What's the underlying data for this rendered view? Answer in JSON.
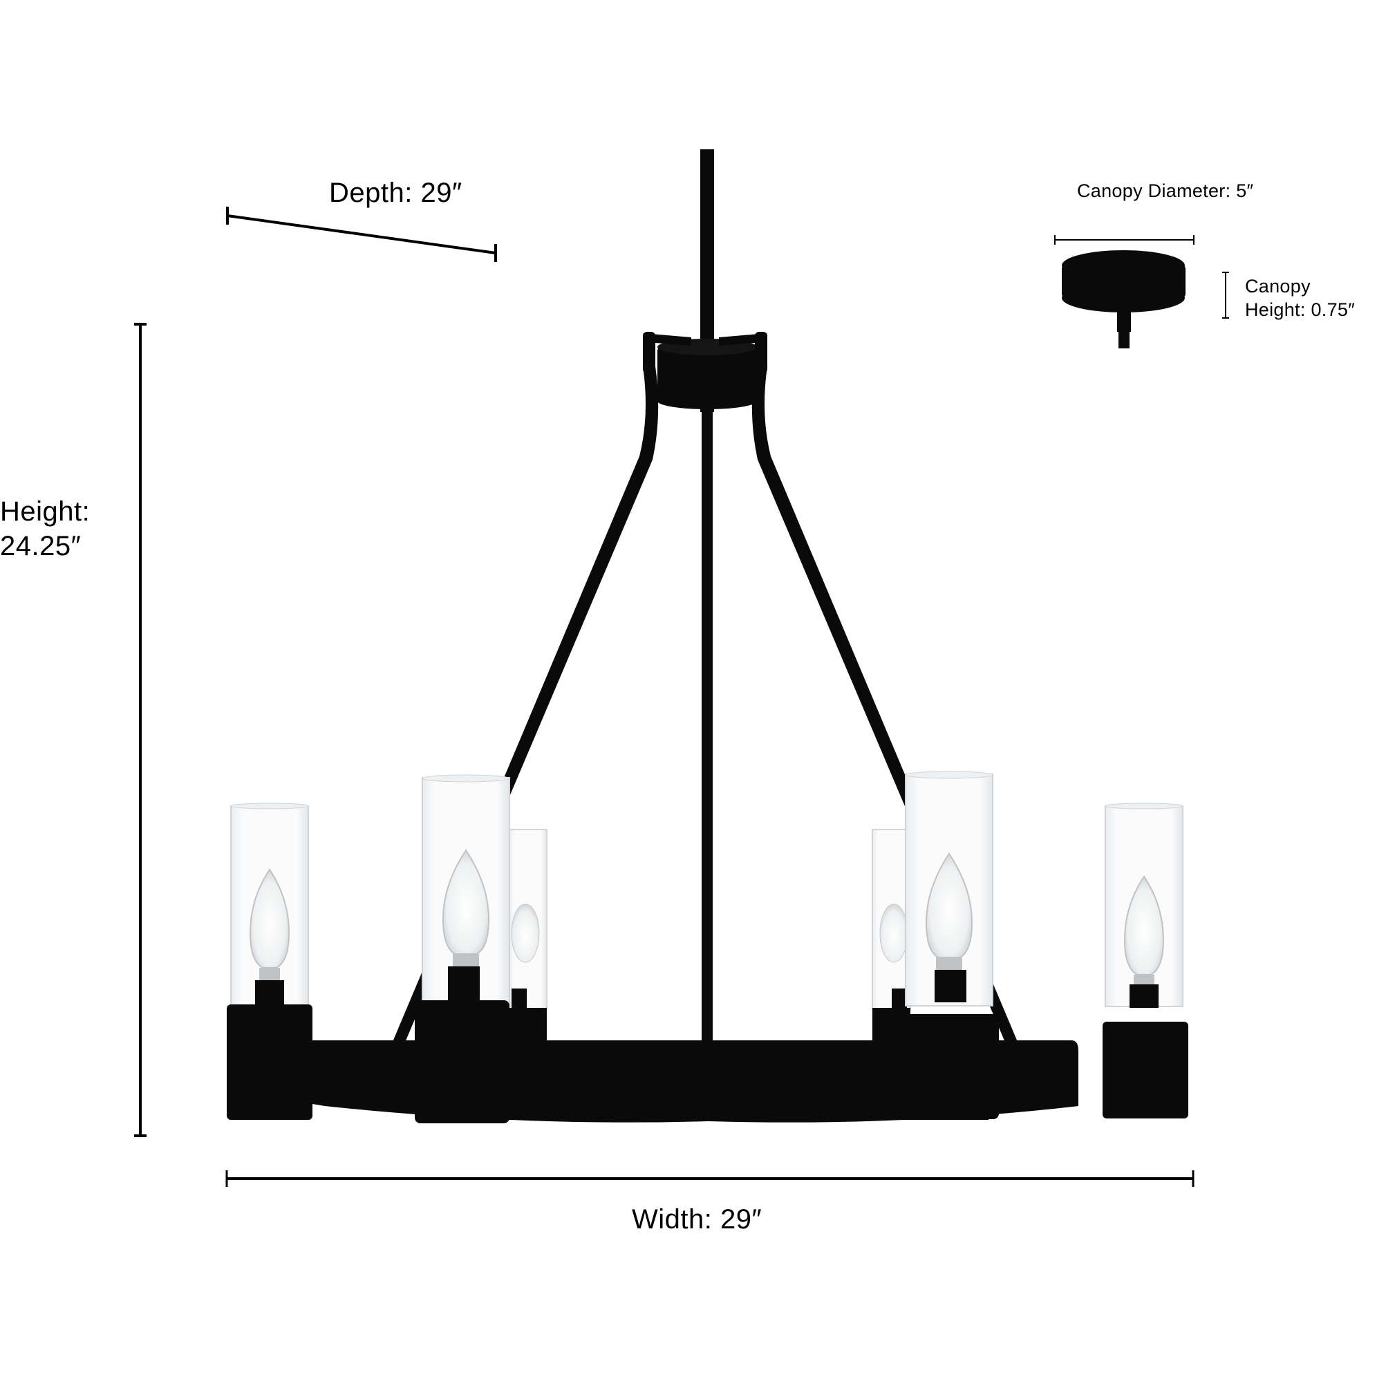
{
  "product": {
    "type": "6-light chandelier dimension diagram",
    "finish_color": "#0a0a0a",
    "glass_shades": 6
  },
  "dimensions": {
    "depth": {
      "label": "Depth: 29″"
    },
    "height": {
      "label_line1": "Height:",
      "label_line2": "24.25″"
    },
    "width": {
      "label": "Width: 29″"
    },
    "canopy_diameter": {
      "label": "Canopy Diameter: 5″"
    },
    "canopy_height": {
      "label_line1": "Canopy",
      "label_line2": "Height: 0.75″"
    }
  },
  "colors": {
    "background": "#ffffff",
    "line": "#000000",
    "metal": "#0a0a0a",
    "glass_edge": "#cfd3d6"
  }
}
